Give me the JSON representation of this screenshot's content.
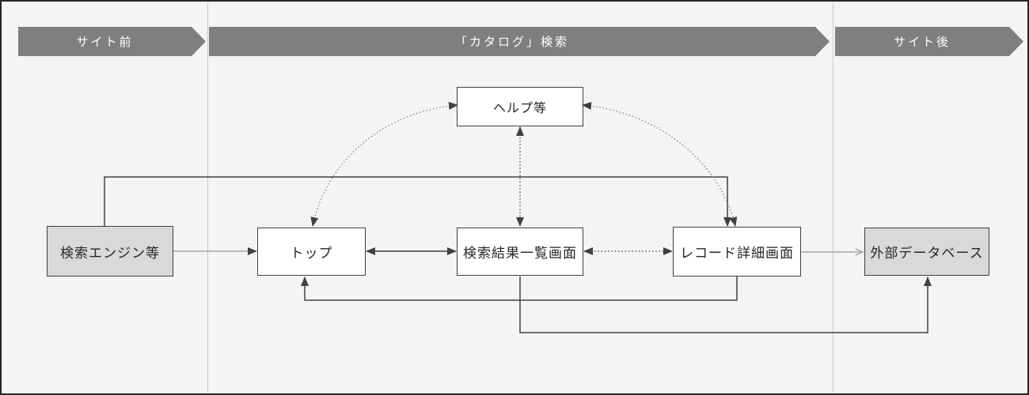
{
  "theme": {
    "background": "#f4f4f4",
    "border": "#262626",
    "lane_divider": "#c9c9c9",
    "banner_fill": "#7f7f7f",
    "banner_text": "#ffffff",
    "node_border": "#404040",
    "node_fill_white": "#ffffff",
    "node_fill_gray": "#d9d9d9",
    "node_text": "#262626",
    "connector_dark": "#404040",
    "connector_gray": "#a6a6a6",
    "connector_dotted": "#595959",
    "connector_curve": "#808080"
  },
  "lanes": {
    "items": [
      {
        "label": "サイト前"
      },
      {
        "label": "「カタログ」検索"
      },
      {
        "label": "サイト後"
      }
    ]
  },
  "nodes": {
    "search_engine": {
      "label": "検索エンジン等",
      "fill": "gray"
    },
    "top": {
      "label": "トップ",
      "fill": "white"
    },
    "results": {
      "label": "検索結果一覧画面",
      "fill": "white"
    },
    "record": {
      "label": "レコード詳細画面",
      "fill": "white"
    },
    "external_db": {
      "label": "外部データベース",
      "fill": "gray"
    },
    "help": {
      "label": "ヘルプ等",
      "fill": "white"
    }
  },
  "edges": [
    {
      "from": "search_engine",
      "to": "top",
      "line": "solid-gray",
      "arrows": "forward"
    },
    {
      "from": "search_engine",
      "to": "record",
      "line": "solid-dark",
      "arrows": "forward",
      "route": "over-top"
    },
    {
      "from": "top",
      "to": "results",
      "line": "solid-dark",
      "arrows": "both"
    },
    {
      "from": "results",
      "to": "record",
      "line": "dotted",
      "arrows": "both"
    },
    {
      "from": "record",
      "to": "external_db",
      "line": "solid-gray",
      "arrows": "forward-open-head"
    },
    {
      "from": "help",
      "to": "top",
      "line": "dotted-curve",
      "arrows": "both"
    },
    {
      "from": "help",
      "to": "results",
      "line": "dotted",
      "arrows": "both"
    },
    {
      "from": "help",
      "to": "record",
      "line": "dotted-curve",
      "arrows": "both"
    },
    {
      "from": "record",
      "to": "top",
      "line": "solid-dark",
      "arrows": "forward",
      "route": "under-bottom"
    },
    {
      "from": "results",
      "to": "external_db",
      "line": "solid-dark",
      "arrows": "forward",
      "route": "under-bottom"
    }
  ]
}
